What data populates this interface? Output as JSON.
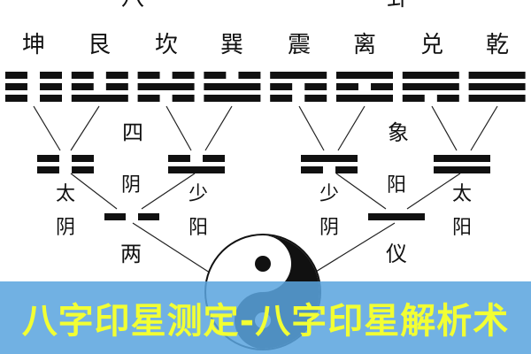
{
  "diagram": {
    "top_labels": [
      "八",
      "卦"
    ],
    "trigram_names": [
      "坤",
      "艮",
      "坎",
      "巽",
      "震",
      "离",
      "兑",
      "乾"
    ],
    "trigrams": [
      [
        0,
        0,
        0
      ],
      [
        1,
        0,
        0
      ],
      [
        0,
        1,
        0
      ],
      [
        1,
        1,
        0
      ],
      [
        0,
        0,
        1
      ],
      [
        1,
        0,
        1
      ],
      [
        0,
        1,
        1
      ],
      [
        1,
        1,
        1
      ]
    ],
    "four_images_label": [
      "四",
      "象"
    ],
    "four_images": [
      {
        "name": "太阴",
        "lines": [
          0,
          0
        ]
      },
      {
        "name": "少阳",
        "lines": [
          1,
          0
        ]
      },
      {
        "name": "少阴",
        "lines": [
          0,
          1
        ]
      },
      {
        "name": "太阳",
        "lines": [
          1,
          1
        ]
      }
    ],
    "two_modes": [
      "阴",
      "阳"
    ],
    "two_modes_label": [
      "两",
      "仪"
    ],
    "yin_yang_colors": {
      "dark": "#111111",
      "light": "#ffffff"
    }
  },
  "banner": {
    "title": "八字印星测定-八字印星解析术",
    "text_color": "#f2ff33",
    "background": "#5aa4de"
  }
}
